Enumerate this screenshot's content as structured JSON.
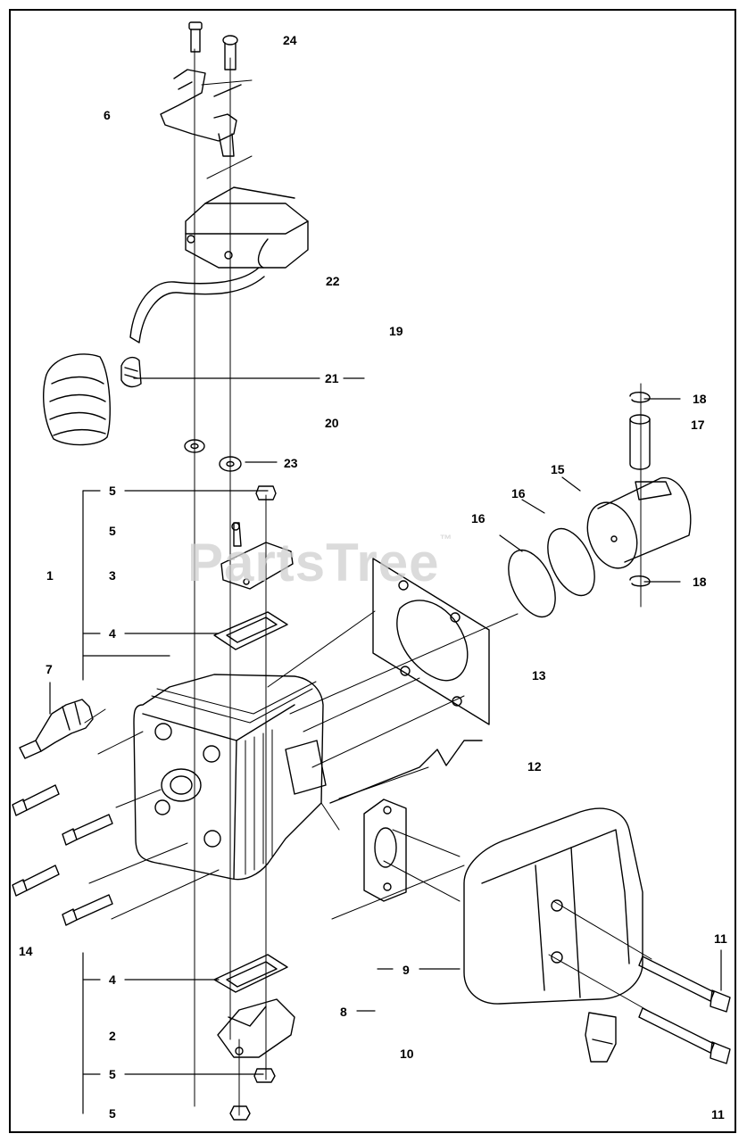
{
  "watermark": {
    "text": "PartsTree",
    "mark": "™"
  },
  "callouts": [
    {
      "id": "c24",
      "text": "24"
    },
    {
      "id": "c6",
      "text": "6"
    },
    {
      "id": "c22",
      "text": "22"
    },
    {
      "id": "c19",
      "text": "19"
    },
    {
      "id": "c21",
      "text": "21"
    },
    {
      "id": "c20",
      "text": "20"
    },
    {
      "id": "c18a",
      "text": "18"
    },
    {
      "id": "c17",
      "text": "17"
    },
    {
      "id": "c23",
      "text": "23"
    },
    {
      "id": "c15",
      "text": "15"
    },
    {
      "id": "c16a",
      "text": "16"
    },
    {
      "id": "c16b",
      "text": "16"
    },
    {
      "id": "c5a",
      "text": "5"
    },
    {
      "id": "c5b",
      "text": "5"
    },
    {
      "id": "c1",
      "text": "1"
    },
    {
      "id": "c3",
      "text": "3"
    },
    {
      "id": "c18b",
      "text": "18"
    },
    {
      "id": "c4a",
      "text": "4"
    },
    {
      "id": "c7",
      "text": "7"
    },
    {
      "id": "c13",
      "text": "13"
    },
    {
      "id": "c12",
      "text": "12"
    },
    {
      "id": "c14",
      "text": "14"
    },
    {
      "id": "c11a",
      "text": "11"
    },
    {
      "id": "c4b",
      "text": "4"
    },
    {
      "id": "c9",
      "text": "9"
    },
    {
      "id": "c8",
      "text": "8"
    },
    {
      "id": "c2",
      "text": "2"
    },
    {
      "id": "c10",
      "text": "10"
    },
    {
      "id": "c5c",
      "text": "5"
    },
    {
      "id": "c5d",
      "text": "5"
    },
    {
      "id": "c11b",
      "text": "11"
    }
  ]
}
